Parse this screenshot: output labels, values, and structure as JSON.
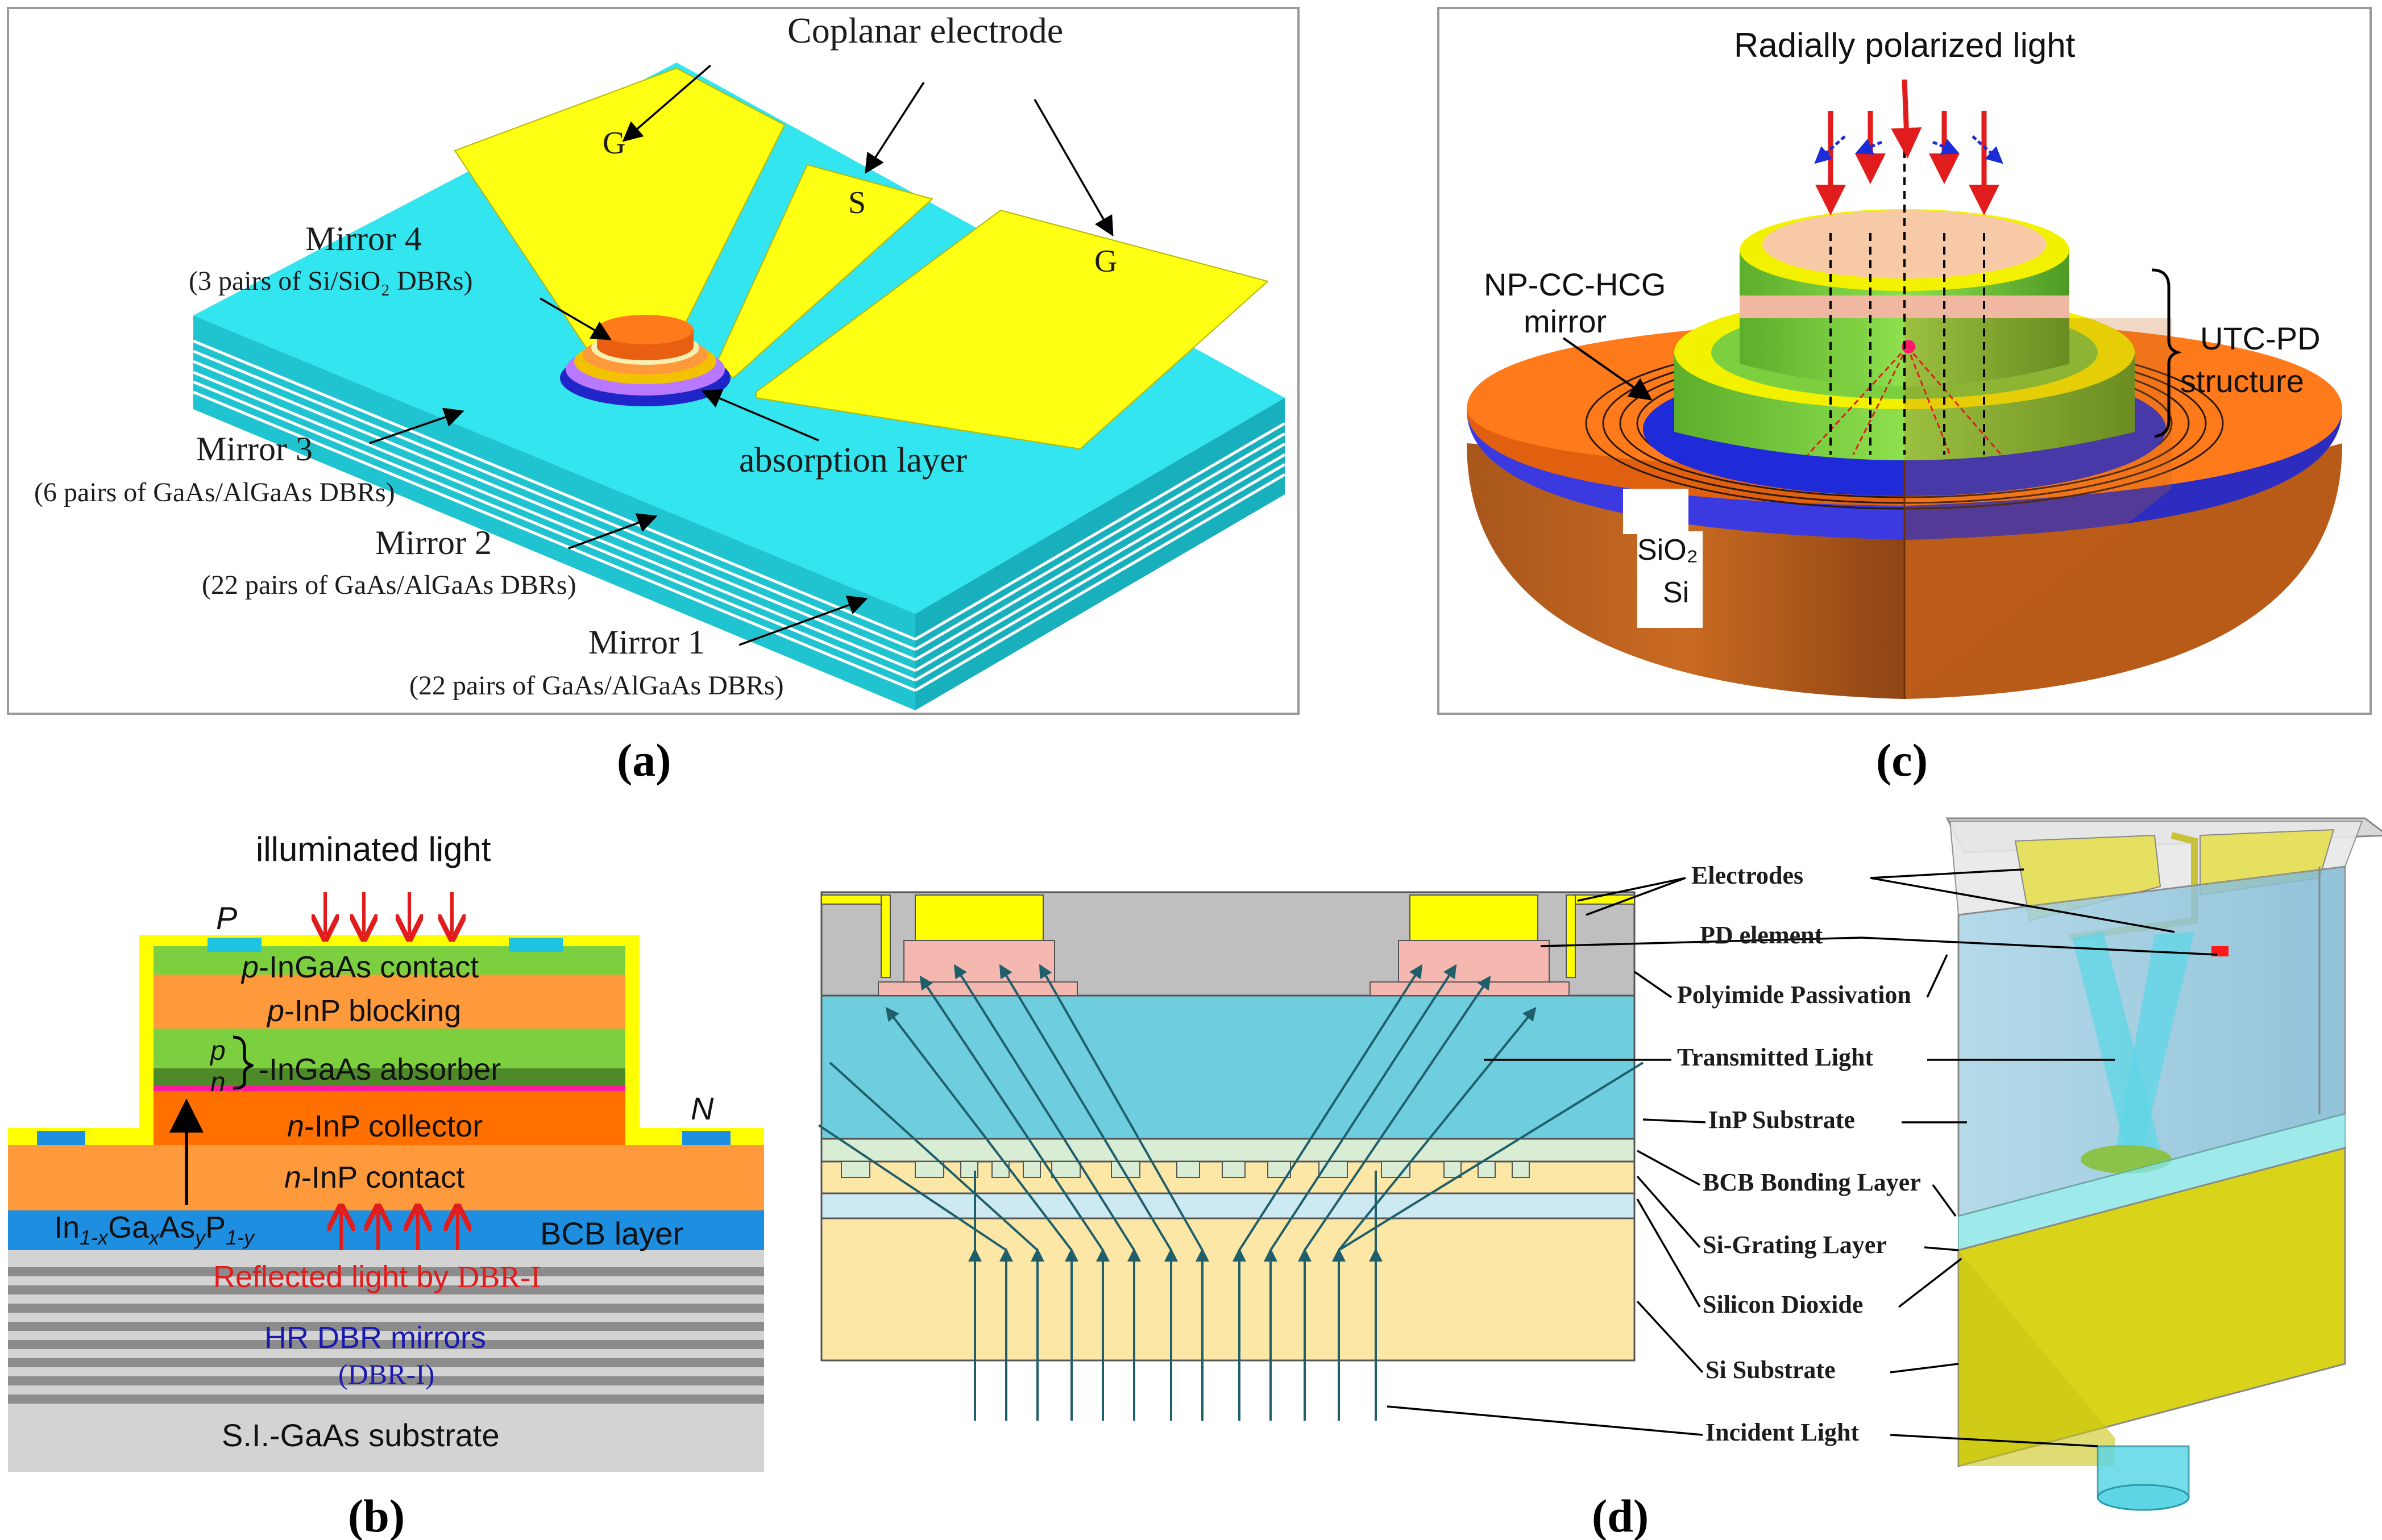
{
  "panels": {
    "a": {
      "caption": "(a)",
      "coplanar_electrode": "Coplanar electrode",
      "pad_g1": "G",
      "pad_s": "S",
      "pad_g2": "G",
      "mirror4_title": "Mirror 4",
      "mirror4_desc": "(3 pairs of Si/SiO₂ DBRs)",
      "mirror3_title": "Mirror 3",
      "mirror3_desc": "(6 pairs of GaAs/AlGaAs DBRs)",
      "mirror2_title": "Mirror 2",
      "mirror2_desc": "(22 pairs of GaAs/AlGaAs DBRs)",
      "mirror1_title": "Mirror 1",
      "mirror1_desc": "(22 pairs of GaAs/AlGaAs DBRs)",
      "absorption_layer": "absorption layer"
    },
    "b": {
      "caption": "(b)",
      "illuminated_light": "illuminated light",
      "p_label": "P",
      "n_label": "N",
      "p_ingaas_contact_prefix": "p",
      "p_ingaas_contact": "-InGaAs contact",
      "p_inp_blocking_prefix": "p",
      "p_inp_blocking": "-InP blocking",
      "absorber_p": "p",
      "absorber_n": "n",
      "absorber": "-InGaAs absorber",
      "collector_prefix": "n",
      "collector": "-InP collector",
      "contact_prefix": "n",
      "contact": "-InP contact",
      "quaternary_in": "In",
      "quaternary_1mx": "1-x",
      "quaternary_ga": "Ga",
      "quaternary_x": "x",
      "quaternary_as": "As",
      "quaternary_y": "y",
      "quaternary_p": "P",
      "quaternary_1my": "1-y",
      "bcb_layer": "BCB layer",
      "reflected_light": "Reflected light by ",
      "reflected_light_dbr": "DBR-I",
      "hr_dbr": "HR DBR mirrors",
      "dbr_i": "(DBR-I)",
      "substrate": "S.I.-GaAs substrate"
    },
    "c": {
      "caption": "(c)",
      "radially_polarized": "Radially polarized light",
      "np_cc_hcg": "NP-CC-HCG",
      "mirror": "mirror",
      "utc_pd": "UTC-PD",
      "structure": "structure",
      "sio2": "SiO₂",
      "si": "Si"
    },
    "d": {
      "caption": "(d)",
      "electrodes": "Electrodes",
      "pd_element": "PD element",
      "polyimide": "Polyimide Passivation",
      "transmitted": "Transmitted Light",
      "inp_substrate": "InP Substrate",
      "bcb_bonding": "BCB Bonding Layer",
      "si_grating": "Si-Grating Layer",
      "silicon_dioxide": "Silicon Dioxide",
      "si_substrate": "Si Substrate",
      "incident": "Incident Light"
    }
  },
  "colors": {
    "cyan": "#33e5ef",
    "yellow": "#ffff14",
    "orange": "#ff7a1a",
    "blue": "#2a4de0",
    "red": "#e01c1c",
    "green": "#7ccf3e",
    "teal_arrow": "#1f5f6b"
  }
}
